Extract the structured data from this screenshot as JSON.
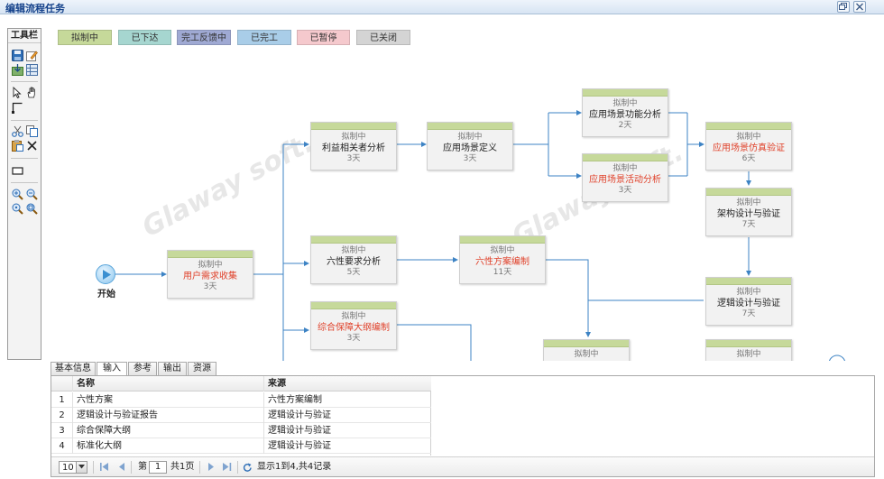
{
  "window": {
    "title": "编辑流程任务"
  },
  "toolbar": {
    "title": "工具栏"
  },
  "legend": [
    {
      "label": "拟制中",
      "color": "#c6d99a"
    },
    {
      "label": "已下达",
      "color": "#a6d6d0"
    },
    {
      "label": "完工反馈中",
      "color": "#9fa9d3"
    },
    {
      "label": "已完工",
      "color": "#a9cde8"
    },
    {
      "label": "已暂停",
      "color": "#f5c9cd"
    },
    {
      "label": "已关闭",
      "color": "#d4d4d4"
    }
  ],
  "flow": {
    "start": {
      "label": "开始"
    },
    "nodes": [
      {
        "status": "拟制中",
        "name": "用户需求收集",
        "duration": "3天"
      },
      {
        "status": "拟制中",
        "name": "利益相关者分析",
        "duration": "3天"
      },
      {
        "status": "拟制中",
        "name": "应用场景定义",
        "duration": "3天"
      },
      {
        "status": "拟制中",
        "name": "应用场景功能分析",
        "duration": "2天"
      },
      {
        "status": "拟制中",
        "name": "应用场景活动分析",
        "duration": "3天"
      },
      {
        "status": "拟制中",
        "name": "应用场景仿真验证",
        "duration": "6天"
      },
      {
        "status": "拟制中",
        "name": "架构设计与验证",
        "duration": "7天"
      },
      {
        "status": "拟制中",
        "name": "六性要求分析",
        "duration": "5天"
      },
      {
        "status": "拟制中",
        "name": "六性方案编制",
        "duration": "11天"
      },
      {
        "status": "拟制中",
        "name": "逻辑设计与验证",
        "duration": "7天"
      },
      {
        "status": "拟制中",
        "name": "综合保障大纲编制",
        "duration": "3天"
      },
      {
        "status": "拟制中",
        "name": "",
        "duration": ""
      },
      {
        "status": "拟制中",
        "name": "",
        "duration": ""
      }
    ],
    "watermark": "Glaway soft."
  },
  "tabs": [
    {
      "label": "基本信息"
    },
    {
      "label": "输入"
    },
    {
      "label": "参考"
    },
    {
      "label": "输出"
    },
    {
      "label": "资源"
    }
  ],
  "grid": {
    "columns": {
      "name": "名称",
      "source": "来源"
    },
    "rows": [
      {
        "num": "1",
        "name": "六性方案",
        "source": "六性方案编制"
      },
      {
        "num": "2",
        "name": "逻辑设计与验证报告",
        "source": "逻辑设计与验证"
      },
      {
        "num": "3",
        "name": "综合保障大纲",
        "source": "逻辑设计与验证"
      },
      {
        "num": "4",
        "name": "标准化大纲",
        "source": "逻辑设计与验证"
      }
    ]
  },
  "pager": {
    "page_size": "10",
    "page_prefix": "第",
    "page_value": "1",
    "page_total": "共1页",
    "summary": "显示1到4,共4记录"
  }
}
